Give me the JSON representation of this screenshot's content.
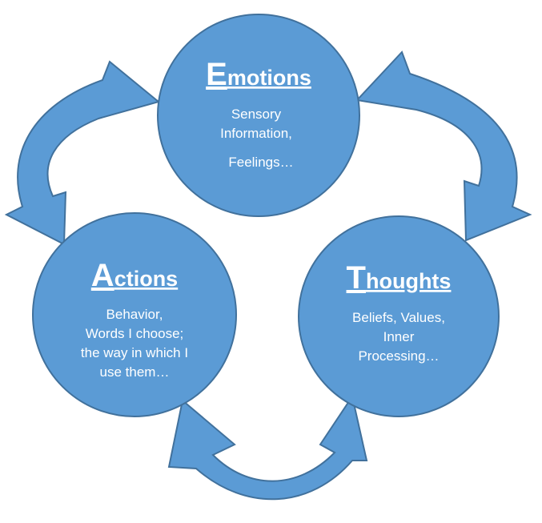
{
  "emotions": {
    "title_initial": "E",
    "title_rest": "motions",
    "lines": [
      "Sensory",
      "Information,",
      "Feelings…"
    ]
  },
  "actions": {
    "title_initial": "A",
    "title_rest": "ctions",
    "lines": [
      "Behavior,",
      "Words I choose;",
      "the way in which I",
      "use them…"
    ]
  },
  "thoughts": {
    "title_initial": "T",
    "title_rest": "houghts",
    "lines": [
      "Beliefs, Values,",
      "Inner",
      "Processing…"
    ]
  },
  "colors": {
    "fill": "#5b9bd5",
    "outline": "#41719c",
    "text": "#ffffff"
  }
}
